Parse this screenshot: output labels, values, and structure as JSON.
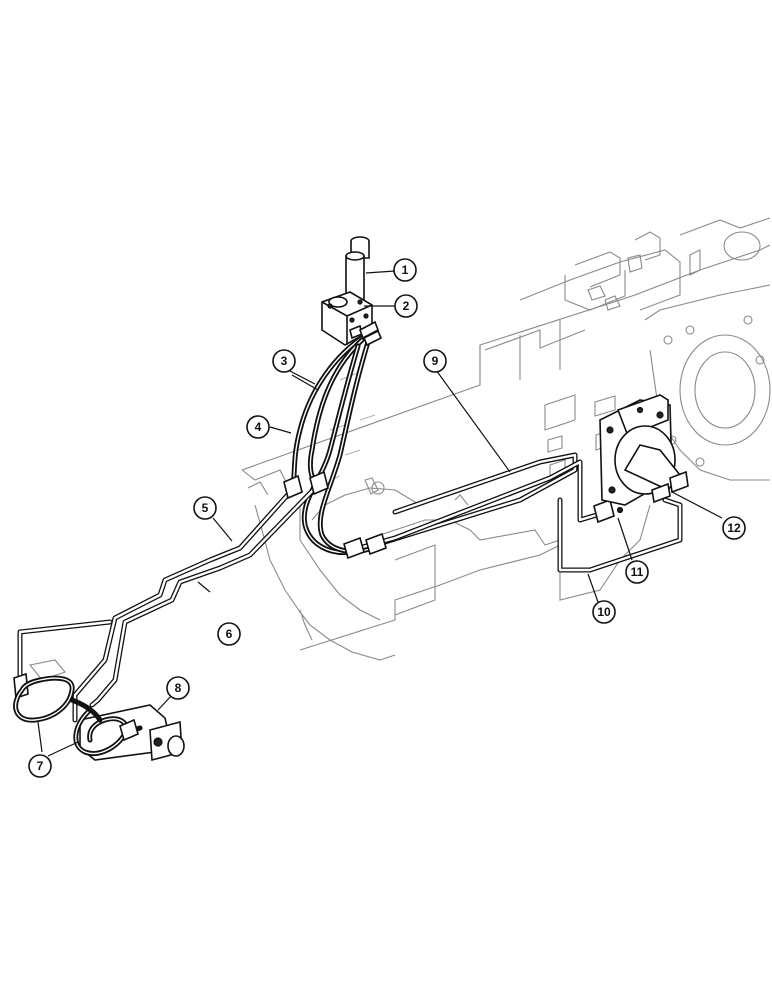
{
  "callouts": [
    "1",
    "2",
    "3",
    "4",
    "5",
    "6",
    "7",
    "8",
    "9",
    "10",
    "11",
    "12"
  ],
  "colors": {
    "line": "#111111",
    "background": "#ffffff",
    "ghost": "#8a8a8a"
  }
}
